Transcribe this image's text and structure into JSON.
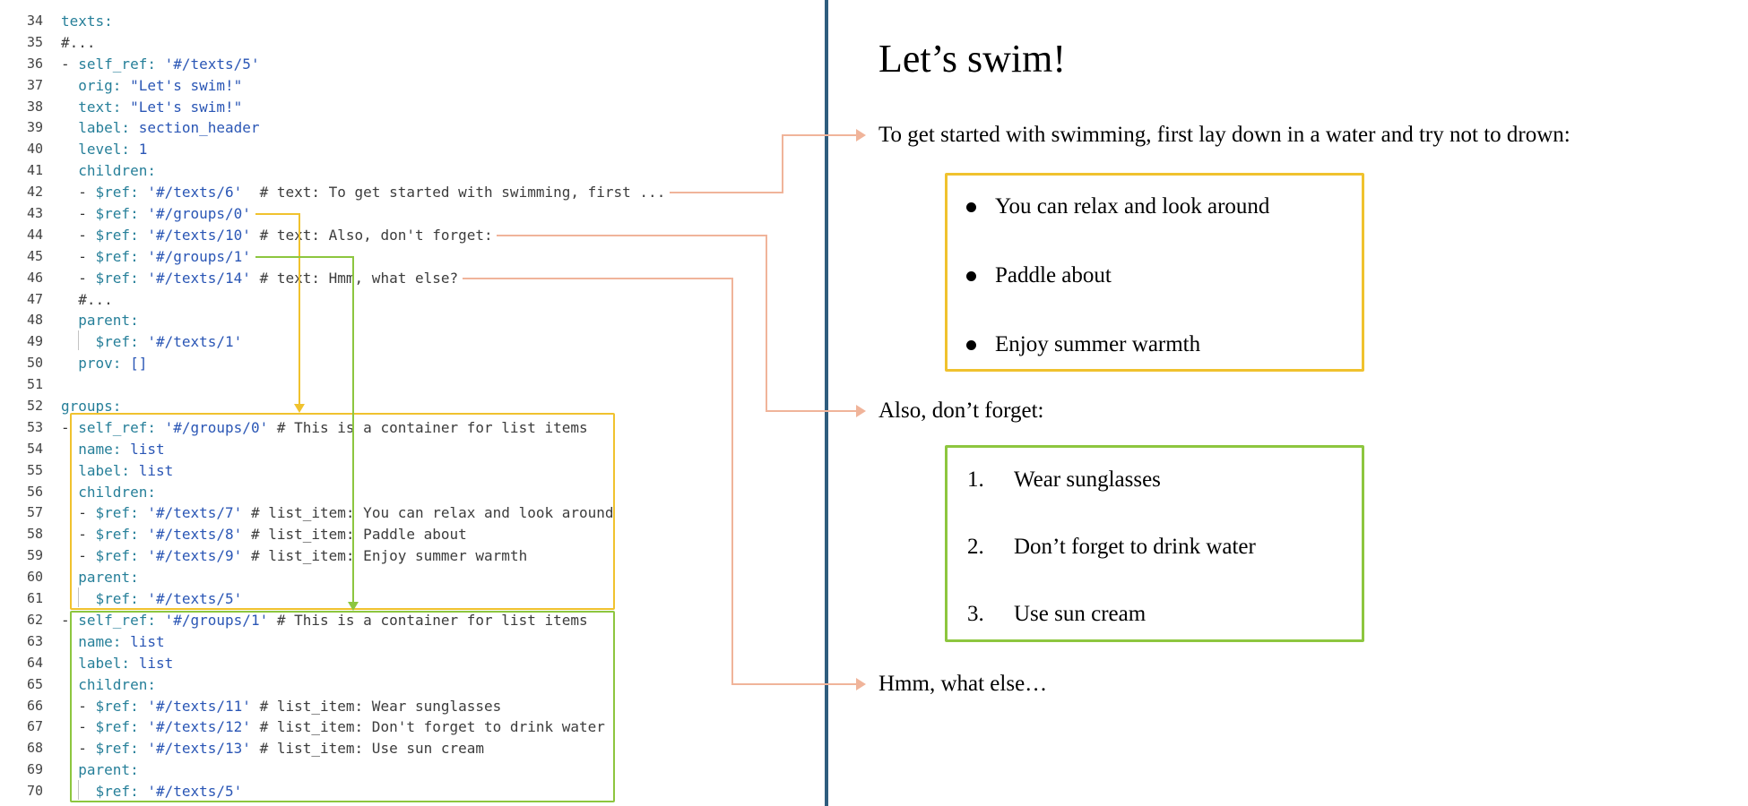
{
  "colors": {
    "divider": "#2f5d7e",
    "arrow_salmon": "#f0b49a",
    "highlight_yellow": "#f0c22e",
    "highlight_green": "#8dc63f",
    "code_key": "#267f99",
    "code_value": "#2a56b5",
    "code_comment": "#3c3c3c",
    "line_number": "#444444"
  },
  "editor": {
    "lines": [
      {
        "n": 34,
        "tokens": [
          [
            "k",
            "texts:"
          ]
        ]
      },
      {
        "n": 35,
        "tokens": [
          [
            "c",
            "#..."
          ]
        ]
      },
      {
        "n": 36,
        "tokens": [
          [
            "p",
            "- "
          ],
          [
            "k",
            "self_ref:"
          ],
          [
            "p",
            " "
          ],
          [
            "s",
            "'#/texts/5'"
          ]
        ]
      },
      {
        "n": 37,
        "tokens": [
          [
            "p",
            "  "
          ],
          [
            "k",
            "orig:"
          ],
          [
            "p",
            " "
          ],
          [
            "s",
            "\"Let's swim!\""
          ]
        ]
      },
      {
        "n": 38,
        "tokens": [
          [
            "p",
            "  "
          ],
          [
            "k",
            "text:"
          ],
          [
            "p",
            " "
          ],
          [
            "s",
            "\"Let's swim!\""
          ]
        ]
      },
      {
        "n": 39,
        "tokens": [
          [
            "p",
            "  "
          ],
          [
            "k",
            "label:"
          ],
          [
            "p",
            " "
          ],
          [
            "s",
            "section_header"
          ]
        ]
      },
      {
        "n": 40,
        "tokens": [
          [
            "p",
            "  "
          ],
          [
            "k",
            "level:"
          ],
          [
            "p",
            " "
          ],
          [
            "s",
            "1"
          ]
        ]
      },
      {
        "n": 41,
        "tokens": [
          [
            "p",
            "  "
          ],
          [
            "k",
            "children:"
          ]
        ]
      },
      {
        "n": 42,
        "tokens": [
          [
            "p",
            "  - "
          ],
          [
            "k",
            "$ref:"
          ],
          [
            "p",
            " "
          ],
          [
            "s",
            "'#/texts/6'"
          ],
          [
            "p",
            "  "
          ],
          [
            "c",
            "# text: To get started with swimming, first ..."
          ]
        ]
      },
      {
        "n": 43,
        "tokens": [
          [
            "p",
            "  - "
          ],
          [
            "k",
            "$ref:"
          ],
          [
            "p",
            " "
          ],
          [
            "s",
            "'#/groups/0'"
          ]
        ]
      },
      {
        "n": 44,
        "tokens": [
          [
            "p",
            "  - "
          ],
          [
            "k",
            "$ref:"
          ],
          [
            "p",
            " "
          ],
          [
            "s",
            "'#/texts/10'"
          ],
          [
            "p",
            " "
          ],
          [
            "c",
            "# text: Also, don't forget:"
          ]
        ]
      },
      {
        "n": 45,
        "tokens": [
          [
            "p",
            "  - "
          ],
          [
            "k",
            "$ref:"
          ],
          [
            "p",
            " "
          ],
          [
            "s",
            "'#/groups/1'"
          ]
        ]
      },
      {
        "n": 46,
        "tokens": [
          [
            "p",
            "  - "
          ],
          [
            "k",
            "$ref:"
          ],
          [
            "p",
            " "
          ],
          [
            "s",
            "'#/texts/14'"
          ],
          [
            "p",
            " "
          ],
          [
            "c",
            "# text: Hmm, what else?"
          ]
        ]
      },
      {
        "n": 47,
        "tokens": [
          [
            "p",
            "  "
          ],
          [
            "c",
            "#..."
          ]
        ]
      },
      {
        "n": 48,
        "tokens": [
          [
            "p",
            "  "
          ],
          [
            "k",
            "parent:"
          ]
        ]
      },
      {
        "n": 49,
        "tokens": [
          [
            "p",
            "    "
          ],
          [
            "k",
            "$ref:"
          ],
          [
            "p",
            " "
          ],
          [
            "s",
            "'#/texts/1'"
          ]
        ]
      },
      {
        "n": 50,
        "tokens": [
          [
            "p",
            "  "
          ],
          [
            "k",
            "prov:"
          ],
          [
            "p",
            " "
          ],
          [
            "s",
            "[]"
          ]
        ]
      },
      {
        "n": 51,
        "tokens": []
      },
      {
        "n": 52,
        "tokens": [
          [
            "k",
            "groups:"
          ]
        ]
      },
      {
        "n": 53,
        "tokens": [
          [
            "p",
            "- "
          ],
          [
            "k",
            "self_ref:"
          ],
          [
            "p",
            " "
          ],
          [
            "s",
            "'#/groups/0'"
          ],
          [
            "p",
            " "
          ],
          [
            "c",
            "# This is a container for list items"
          ]
        ]
      },
      {
        "n": 54,
        "tokens": [
          [
            "p",
            "  "
          ],
          [
            "k",
            "name:"
          ],
          [
            "p",
            " "
          ],
          [
            "s",
            "list"
          ]
        ]
      },
      {
        "n": 55,
        "tokens": [
          [
            "p",
            "  "
          ],
          [
            "k",
            "label:"
          ],
          [
            "p",
            " "
          ],
          [
            "s",
            "list"
          ]
        ]
      },
      {
        "n": 56,
        "tokens": [
          [
            "p",
            "  "
          ],
          [
            "k",
            "children:"
          ]
        ]
      },
      {
        "n": 57,
        "tokens": [
          [
            "p",
            "  - "
          ],
          [
            "k",
            "$ref:"
          ],
          [
            "p",
            " "
          ],
          [
            "s",
            "'#/texts/7'"
          ],
          [
            "p",
            " "
          ],
          [
            "c",
            "# list_item: You can relax and look around"
          ]
        ]
      },
      {
        "n": 58,
        "tokens": [
          [
            "p",
            "  - "
          ],
          [
            "k",
            "$ref:"
          ],
          [
            "p",
            " "
          ],
          [
            "s",
            "'#/texts/8'"
          ],
          [
            "p",
            " "
          ],
          [
            "c",
            "# list_item: Paddle about"
          ]
        ]
      },
      {
        "n": 59,
        "tokens": [
          [
            "p",
            "  - "
          ],
          [
            "k",
            "$ref:"
          ],
          [
            "p",
            " "
          ],
          [
            "s",
            "'#/texts/9'"
          ],
          [
            "p",
            " "
          ],
          [
            "c",
            "# list_item: Enjoy summer warmth"
          ]
        ]
      },
      {
        "n": 60,
        "tokens": [
          [
            "p",
            "  "
          ],
          [
            "k",
            "parent:"
          ]
        ]
      },
      {
        "n": 61,
        "tokens": [
          [
            "p",
            "    "
          ],
          [
            "k",
            "$ref:"
          ],
          [
            "p",
            " "
          ],
          [
            "s",
            "'#/texts/5'"
          ]
        ]
      },
      {
        "n": 62,
        "tokens": [
          [
            "p",
            "- "
          ],
          [
            "k",
            "self_ref:"
          ],
          [
            "p",
            " "
          ],
          [
            "s",
            "'#/groups/1'"
          ],
          [
            "p",
            " "
          ],
          [
            "c",
            "# This is a container for list items"
          ]
        ]
      },
      {
        "n": 63,
        "tokens": [
          [
            "p",
            "  "
          ],
          [
            "k",
            "name:"
          ],
          [
            "p",
            " "
          ],
          [
            "s",
            "list"
          ]
        ]
      },
      {
        "n": 64,
        "tokens": [
          [
            "p",
            "  "
          ],
          [
            "k",
            "label:"
          ],
          [
            "p",
            " "
          ],
          [
            "s",
            "list"
          ]
        ]
      },
      {
        "n": 65,
        "tokens": [
          [
            "p",
            "  "
          ],
          [
            "k",
            "children:"
          ]
        ]
      },
      {
        "n": 66,
        "tokens": [
          [
            "p",
            "  - "
          ],
          [
            "k",
            "$ref:"
          ],
          [
            "p",
            " "
          ],
          [
            "s",
            "'#/texts/11'"
          ],
          [
            "p",
            " "
          ],
          [
            "c",
            "# list_item: Wear sunglasses"
          ]
        ]
      },
      {
        "n": 67,
        "tokens": [
          [
            "p",
            "  - "
          ],
          [
            "k",
            "$ref:"
          ],
          [
            "p",
            " "
          ],
          [
            "s",
            "'#/texts/12'"
          ],
          [
            "p",
            " "
          ],
          [
            "c",
            "# list_item: Don't forget to drink water"
          ]
        ]
      },
      {
        "n": 68,
        "tokens": [
          [
            "p",
            "  - "
          ],
          [
            "k",
            "$ref:"
          ],
          [
            "p",
            " "
          ],
          [
            "s",
            "'#/texts/13'"
          ],
          [
            "p",
            " "
          ],
          [
            "c",
            "# list_item: Use sun cream"
          ]
        ]
      },
      {
        "n": 69,
        "tokens": [
          [
            "p",
            "  "
          ],
          [
            "k",
            "parent:"
          ]
        ]
      },
      {
        "n": 70,
        "tokens": [
          [
            "p",
            "    "
          ],
          [
            "k",
            "$ref:"
          ],
          [
            "p",
            " "
          ],
          [
            "s",
            "'#/texts/5'"
          ]
        ]
      }
    ]
  },
  "preview": {
    "title": "Let’s swim!",
    "intro_paragraph": "To get started with swimming, first lay down in a water and try not to drown:",
    "bullet_list": [
      "You can relax and look around",
      "Paddle about",
      "Enjoy summer warmth"
    ],
    "also_paragraph": "Also, don’t forget:",
    "numbered_list": [
      {
        "marker": "1.",
        "text": "Wear sunglasses"
      },
      {
        "marker": "2.",
        "text": "Don’t forget to drink water"
      },
      {
        "marker": "3.",
        "text": "Use sun cream"
      }
    ],
    "more_paragraph": "Hmm, what else…"
  }
}
